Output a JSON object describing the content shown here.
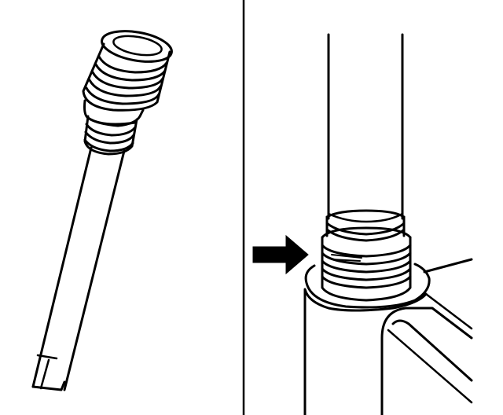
{
  "figure": {
    "panels": [
      {
        "name": "tool-panel",
        "depicts": "threaded-sleeve-tool"
      },
      {
        "name": "assembly-panel",
        "depicts": "threaded-sleeve-installed-on-tube"
      }
    ],
    "indicator": {
      "type": "arrow",
      "direction": "right",
      "points_to": "sleeve-threads"
    },
    "colors": {
      "ink": "#000000",
      "paper": "#ffffff"
    }
  }
}
